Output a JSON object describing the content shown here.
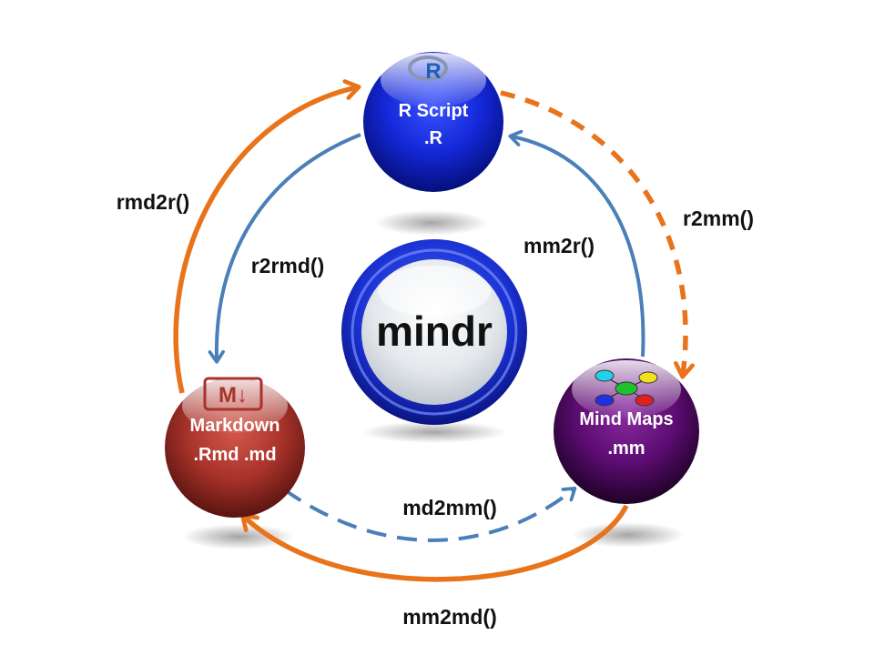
{
  "center": {
    "label": "mindr"
  },
  "nodes": {
    "r_script": {
      "line1": "R Script",
      "line2": ".R",
      "icon": "r-logo-icon",
      "color": "#1a2ee0"
    },
    "markdown": {
      "line1": "Markdown",
      "line2": ".Rmd .md",
      "icon": "markdown-icon",
      "icon_text": "M↓",
      "color": "#b8342c"
    },
    "mind_maps": {
      "line1": "Mind Maps",
      "line2": ".mm",
      "icon": "mind-map-icon",
      "color": "#5a0a6e"
    }
  },
  "functions": {
    "rmd2r": "rmd2r()",
    "r2rmd": "r2rmd()",
    "mm2r": "mm2r()",
    "r2mm": "r2mm()",
    "md2mm": "md2mm()",
    "mm2md": "mm2md()"
  },
  "colors": {
    "orange_arrow": "#e8731a",
    "blue_arrow": "#4a7fb8"
  }
}
